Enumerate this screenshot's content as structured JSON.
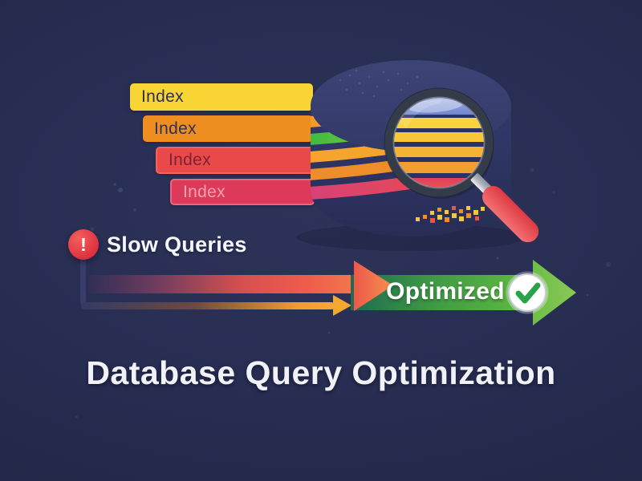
{
  "title": {
    "text": "Database Query Optimization"
  },
  "index_stack": {
    "items": [
      {
        "label": "Index",
        "fill": "#f8d434",
        "text_color": "#2d3156"
      },
      {
        "label": "Index",
        "fill": "#ee8d20",
        "text_color": "#2d3156"
      },
      {
        "label": "Index",
        "fill": "#e94a49",
        "text_color": "#7d2136"
      },
      {
        "label": "Index",
        "fill": "#dc3a58",
        "text_color": "#f2a3b0"
      }
    ]
  },
  "slow_queries": {
    "label": "Slow Queries",
    "badge": "!",
    "badge_color": "#e0303f"
  },
  "optimized": {
    "label": "Optimized",
    "check_color": "#28a348",
    "arrow_color": "#63bc41"
  },
  "flow": {
    "thin_arrow_color": "#f5a82e",
    "slow_gradient": [
      "#312e56",
      "#d64f50",
      "#f37d4d"
    ]
  },
  "database": {
    "body_color": "#2e3566",
    "stripe_colors": [
      "#f39a2b",
      "#3dbc41",
      "#f5a52e",
      "#ee8d2a",
      "#e0447a"
    ]
  },
  "magnifier": {
    "rim_color": "#343b49",
    "handle_color": "#e8474b",
    "lens_bands": [
      "#9fb0e6",
      "#f8d33d",
      "#f7c737",
      "#f5b434",
      "#f19f2e",
      "#e4425c"
    ]
  },
  "background": {
    "color": "#272c50"
  }
}
